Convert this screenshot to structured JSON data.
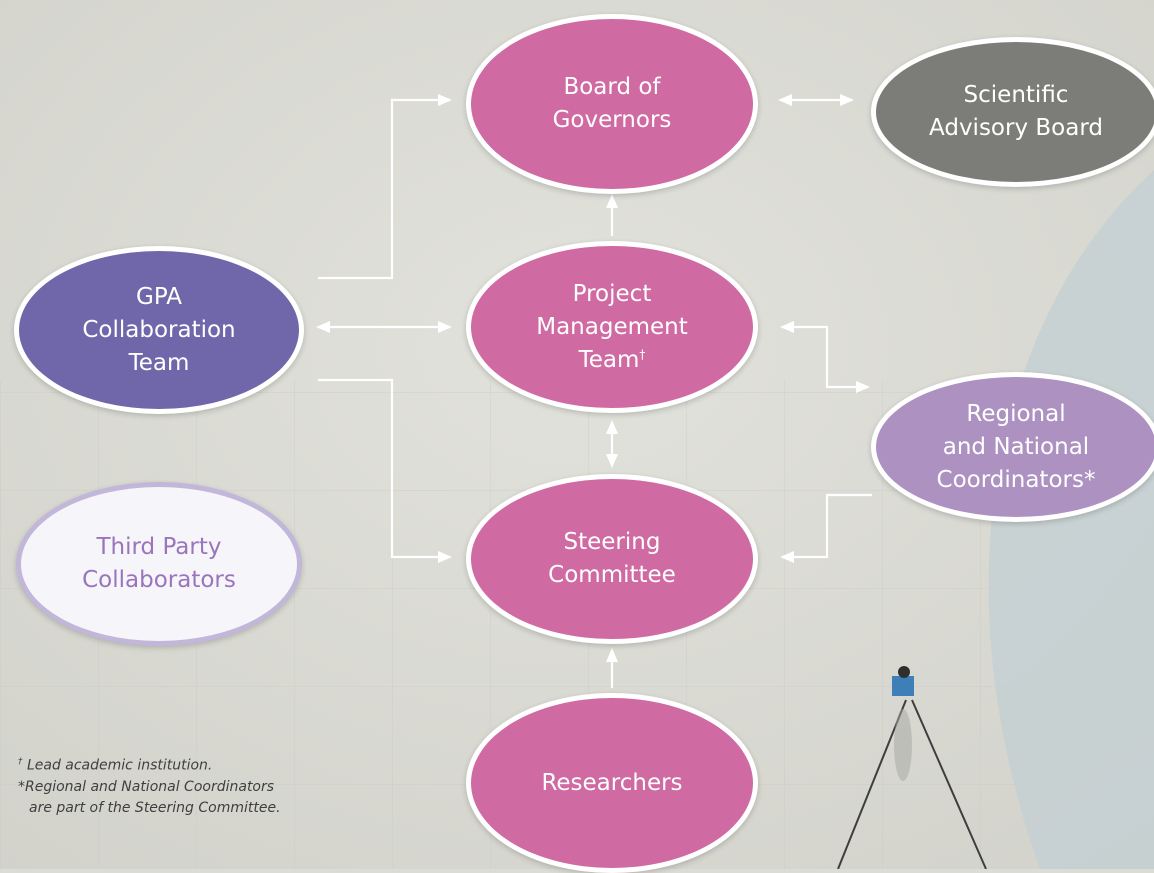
{
  "nodes": {
    "board": "Board of\nGovernors",
    "sab": "Scientific\nAdvisory Board",
    "gpa": "GPA\nCollaboration\nTeam",
    "pmt": "Project\nManagement\nTeam",
    "pmt_mark": "†",
    "rnc": "Regional\nand National\nCoordinators*",
    "third": "Third Party\nCollaborators",
    "steer": "Steering\nCommittee",
    "res": "Researchers"
  },
  "footnotes": {
    "dagger": "†",
    "lead": "Lead academic institution.",
    "coord_line1": "*Regional and National Coordinators",
    "coord_line2": "are part of the Steering Committee."
  },
  "colors": {
    "pink": "#d06aa2",
    "gray": "#7c7c79",
    "purple": "#6f67a9",
    "lilac": "#ad92c1",
    "third_text": "#9a75bb",
    "arrow": "#ffffff"
  }
}
